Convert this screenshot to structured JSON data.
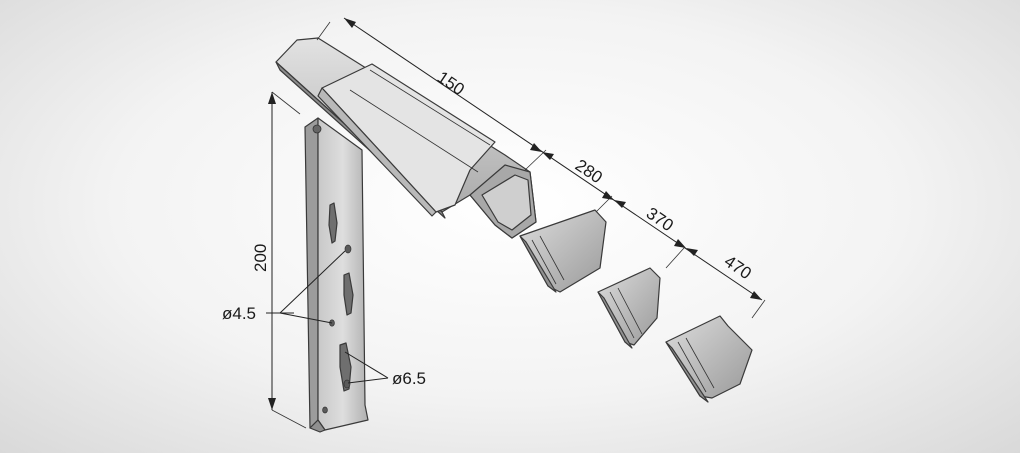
{
  "dimensions": {
    "d150": "150",
    "d280": "280",
    "d370": "370",
    "d470": "470",
    "d200": "200",
    "hole_small": "ø4.5",
    "hole_large": "ø6.5"
  },
  "colors": {
    "metal_light": "#d2d2d2",
    "metal_mid": "#a9a9a9",
    "metal_dark": "#7a7a7a",
    "line": "#222222"
  }
}
